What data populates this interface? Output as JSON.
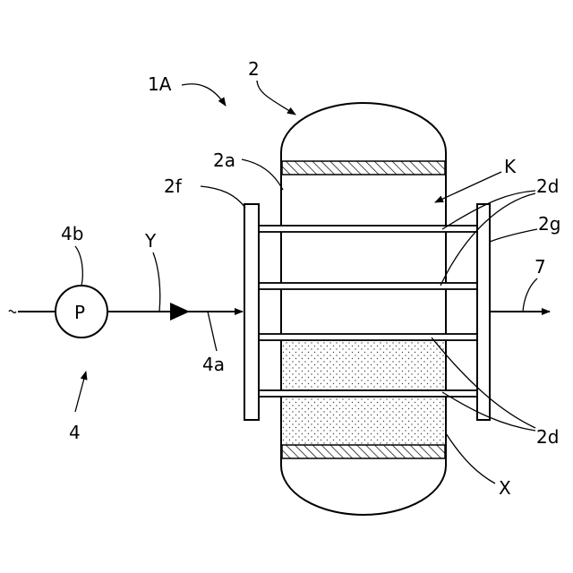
{
  "labels": {
    "apparatus": "1A",
    "vessel": "2",
    "inner_wall": "2a",
    "left_plate": "2f",
    "right_plate": "2g",
    "rods_upper": "2d",
    "rods_lower": "2d",
    "space": "K",
    "outlet": "7",
    "supply_unit": "4",
    "pump_ref": "4b",
    "pump_symbol": "P",
    "flow": "Y",
    "supply_pipe": "4a",
    "packed_material": "X"
  }
}
